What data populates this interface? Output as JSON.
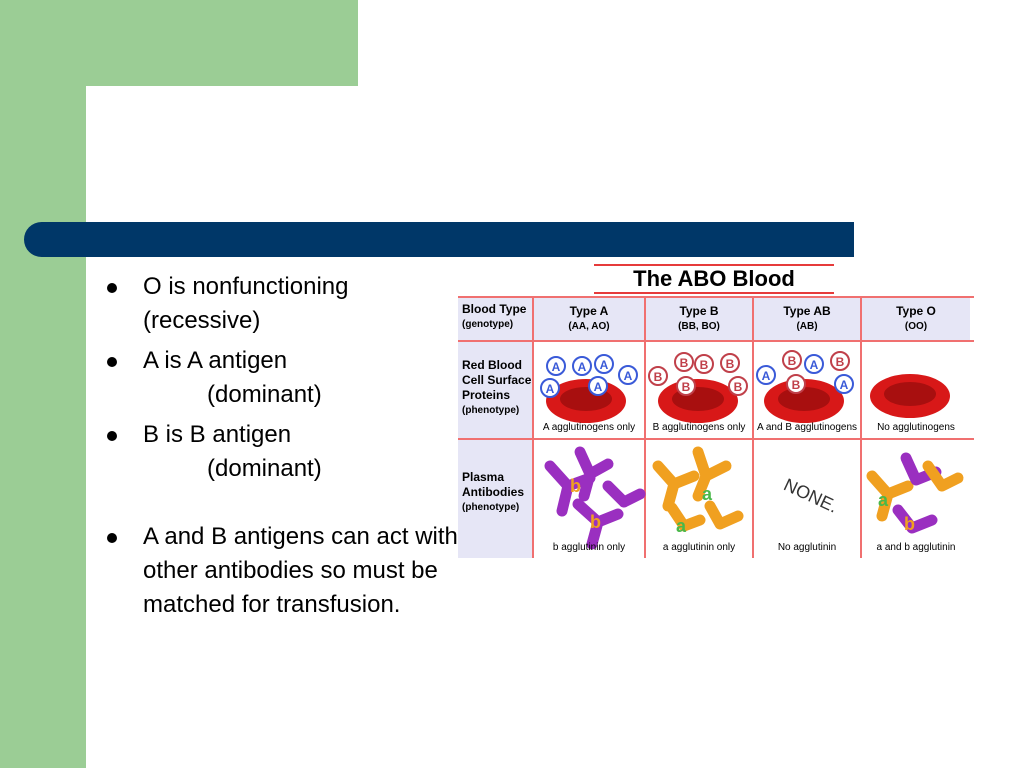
{
  "slide": {
    "bullets": [
      {
        "line1": "O is nonfunctioning",
        "line2": "(recessive)"
      },
      {
        "line1": "A is A antigen",
        "line2": "(dominant)"
      },
      {
        "line1": "B is B antigen",
        "line2": "(dominant)"
      },
      {
        "text": "A and B antigens can act with other antibodies so must be matched for transfusion."
      }
    ]
  },
  "figure": {
    "title": "The ABO Blood System",
    "row_headers": [
      {
        "label": "Blood Type",
        "sub": "(genotype)"
      },
      {
        "label": "Red Blood Cell Surface Proteins",
        "sub": "(phenotype)"
      },
      {
        "label": "Plasma Antibodies",
        "sub": "(phenotype)"
      }
    ],
    "columns": [
      {
        "type": "Type A",
        "genotype": "(AA, AO)",
        "cell_caption": "A agglutinogens only",
        "plasma_caption": "b agglutinin only"
      },
      {
        "type": "Type B",
        "genotype": "(BB, BO)",
        "cell_caption": "B agglutinogens only",
        "plasma_caption": "a agglutinin only"
      },
      {
        "type": "Type AB",
        "genotype": "(AB)",
        "cell_caption": "A and B agglutinogens",
        "plasma_caption": "No agglutinin"
      },
      {
        "type": "Type O",
        "genotype": "(OO)",
        "cell_caption": "No agglutinogens",
        "plasma_caption": "a and b agglutinin"
      }
    ],
    "none_label": "NONE.",
    "antigen_letters": {
      "a": "A",
      "b": "B"
    },
    "antibody_letters": {
      "a": "a",
      "b": "b"
    },
    "colors": {
      "green_frame": "#9bcd95",
      "blue_bar": "#003768",
      "red_cell": "#d81818",
      "antibody_b": "#9a2fc0",
      "antibody_a": "#f0a020",
      "grid_line": "#f07070"
    }
  }
}
